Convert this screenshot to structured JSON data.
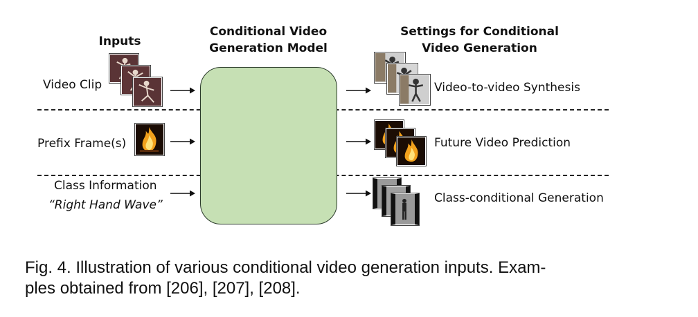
{
  "headers": {
    "inputs": "Inputs",
    "model_line1": "Conditional Video",
    "model_line2": "Generation Model",
    "settings_line1": "Settings for Conditional",
    "settings_line2": "Video Generation"
  },
  "inputs": [
    {
      "label": "Video Clip"
    },
    {
      "label": "Prefix Frame(s)"
    },
    {
      "label": "Class Information",
      "sublabel": "“Right Hand Wave”"
    }
  ],
  "outputs": [
    {
      "label": "Video-to-video Synthesis"
    },
    {
      "label": "Future Video Prediction"
    },
    {
      "label": "Class-conditional Generation"
    }
  ],
  "caption": {
    "line1": "Fig. 4. Illustration of various conditional video generation inputs. Exam-",
    "line2": "ples obtained from [206], [207], [208]."
  },
  "colors": {
    "model_fill": "#c6e0b4",
    "dance_bg": "#5a3436",
    "fire_bg": "#1a0c04",
    "synth_bg": "#cfcfcf",
    "class_bg": "#9a9a9a"
  }
}
